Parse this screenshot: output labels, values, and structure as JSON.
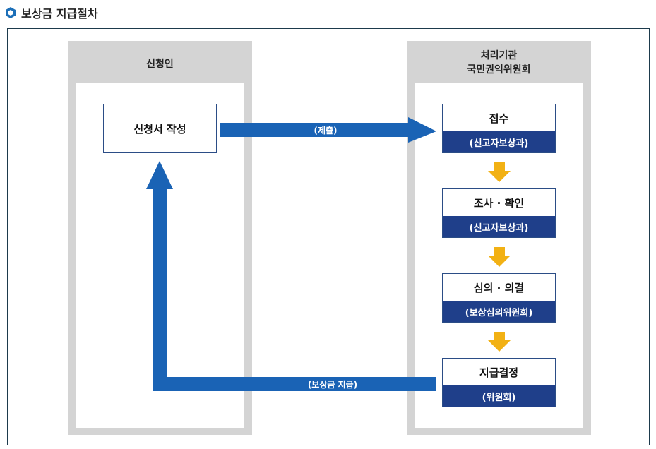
{
  "title": "보상금 지급절차",
  "lanes": {
    "applicant": {
      "label": "신청인"
    },
    "agency": {
      "label_line1": "처리기관",
      "label_line2": "국민권익위원회"
    }
  },
  "applicant_box": {
    "label": "신청서 작성"
  },
  "steps": [
    {
      "label": "접수",
      "sub": "(신고자보상과)"
    },
    {
      "label": "조사 · 확인",
      "sub": "(신고자보상과)"
    },
    {
      "label": "심의 · 의결",
      "sub": "(보상심의위원회)"
    },
    {
      "label": "지급결정",
      "sub": "(위원회)"
    }
  ],
  "arrows": {
    "submit": "(제출)",
    "pay": "(보상금 지급)"
  },
  "colors": {
    "frame_border": "#1d3a4c",
    "lane_bg": "#d4d4d4",
    "box_border": "#2b4d86",
    "sub_bg": "#1f3f8a",
    "flow_arrow": "#1a63b5",
    "step_arrow": "#f2b114",
    "title_icon": "#1c6fb8"
  },
  "icons": {
    "title_icon": "hexagon-bullet-icon"
  }
}
